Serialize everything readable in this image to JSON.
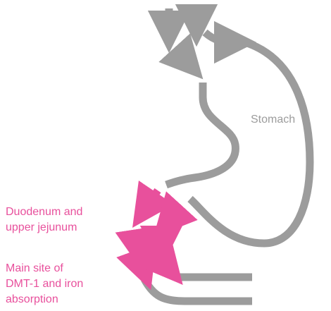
{
  "colors": {
    "organ": "#9c9c9c",
    "highlight": "#e8509c",
    "organ_label": "#9c9c9c",
    "text_highlight": "#e8509c"
  },
  "stomach_label": "Stomach",
  "region_label": {
    "lines": [
      "Duodenum and",
      "upper jejunum"
    ]
  },
  "function_label": {
    "lines": [
      "Main site of",
      "DMT-1 and iron",
      "absorption"
    ]
  }
}
